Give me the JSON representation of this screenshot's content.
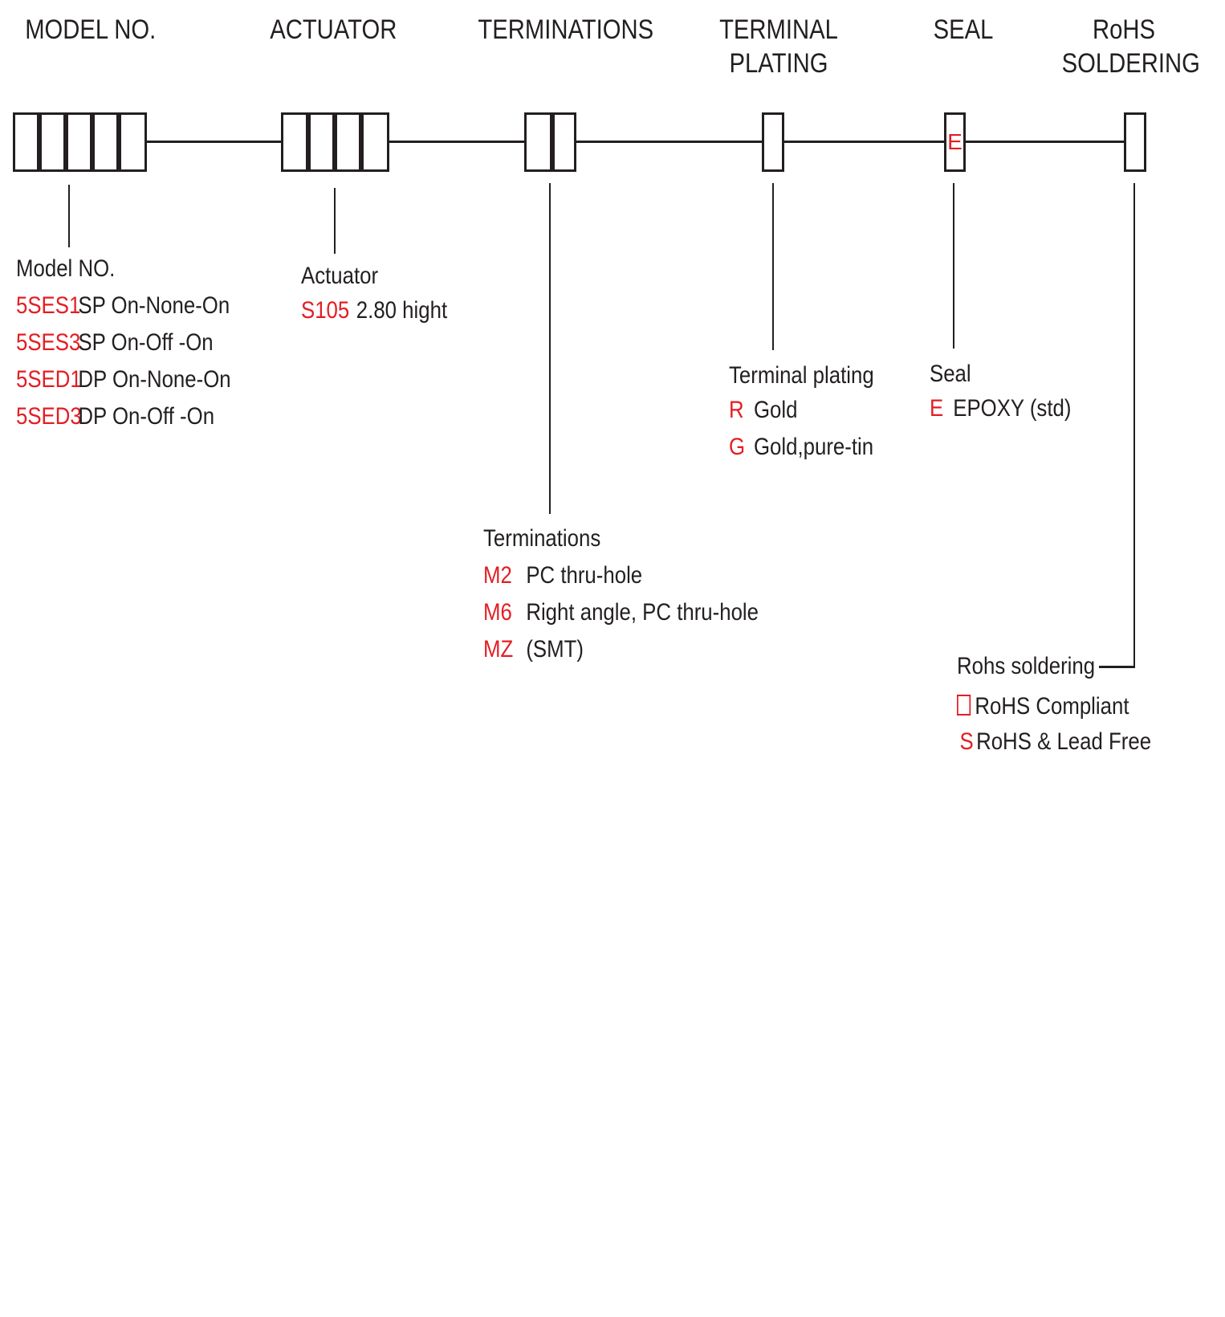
{
  "headers": {
    "model": "MODEL NO.",
    "actuator": "ACTUATOR",
    "terminations": "TERMINATIONS",
    "plating_1": "TERMINAL",
    "plating_2": "PLATING",
    "seal": "SEAL",
    "rohs_1": "RoHS",
    "rohs_2": "SOLDERING"
  },
  "seal_box_value": "E",
  "model": {
    "title": "Model NO.",
    "options": [
      {
        "code": "5SES1",
        "desc": "SP On-None-On"
      },
      {
        "code": "5SES3",
        "desc": "SP On-Off -On"
      },
      {
        "code": "5SED1",
        "desc": "DP On-None-On"
      },
      {
        "code": "5SED3",
        "desc": "DP On-Off -On"
      }
    ]
  },
  "actuator": {
    "title": "Actuator",
    "options": [
      {
        "code": "S105",
        "desc": "2.80 hight"
      }
    ]
  },
  "terminations": {
    "title": "Terminations",
    "options": [
      {
        "code": "M2",
        "desc": "PC thru-hole"
      },
      {
        "code": "M6",
        "desc": "Right angle, PC thru-hole"
      },
      {
        "code": "MZ",
        "desc": "(SMT)"
      }
    ]
  },
  "plating": {
    "title": "Terminal plating",
    "options": [
      {
        "code": "R",
        "desc": "Gold"
      },
      {
        "code": "G",
        "desc": "Gold,pure-tin"
      }
    ]
  },
  "seal": {
    "title": "Seal",
    "options": [
      {
        "code": "E",
        "desc": "EPOXY (std)"
      }
    ]
  },
  "rohs": {
    "title": "Rohs soldering",
    "options": [
      {
        "code": "",
        "desc": "RoHS Compliant"
      },
      {
        "code": "S",
        "desc": "RoHS & Lead Free"
      }
    ]
  },
  "colors": {
    "accent": "#e31e24",
    "ink": "#231f20"
  }
}
